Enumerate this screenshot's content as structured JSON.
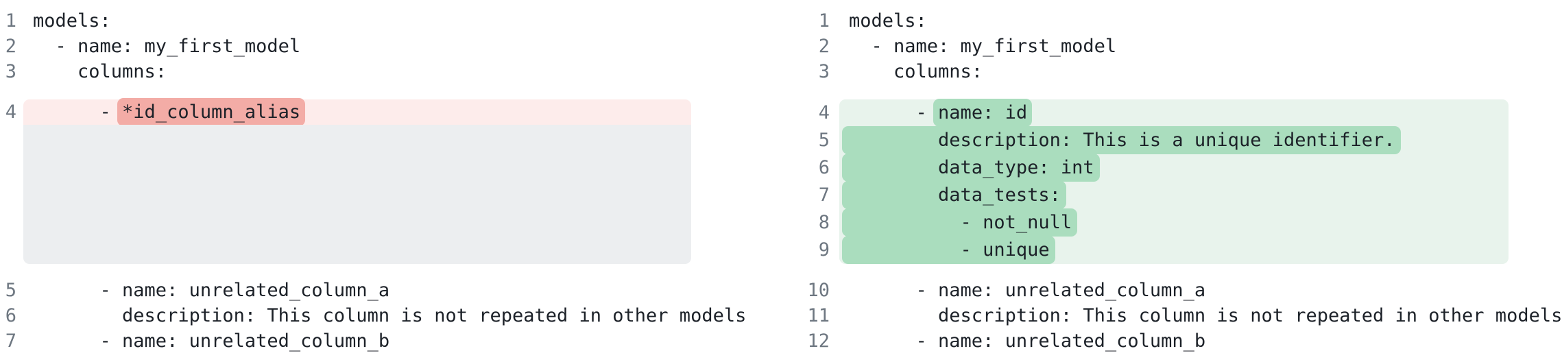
{
  "colors": {
    "background": "#ffffff",
    "code_text": "#1c2128",
    "line_number": "#6e7781",
    "removed_line_bg": "#fdeceb",
    "removed_token_bg": "#f3aca6",
    "collapsed_placeholder_bg": "#eceef0",
    "added_line_bg": "#e8f3ec",
    "added_token_bg": "#aaddbe"
  },
  "diff": {
    "left_pane": {
      "lines": [
        {
          "num": "1",
          "type": "context",
          "segments": [
            {
              "text": "models:"
            }
          ]
        },
        {
          "num": "2",
          "type": "context",
          "segments": [
            {
              "text": "  - name: my_first_model"
            }
          ]
        },
        {
          "num": "3",
          "type": "context",
          "segments": [
            {
              "text": "    columns:"
            }
          ]
        },
        {
          "num": "4",
          "type": "removed",
          "segments": [
            {
              "text": "      - "
            },
            {
              "text": "*id_column_alias",
              "mark": "token"
            }
          ]
        },
        {
          "type": "placeholder",
          "segments": []
        },
        {
          "num": "5",
          "type": "context",
          "segments": [
            {
              "text": "      - name: unrelated_column_a"
            }
          ]
        },
        {
          "num": "6",
          "type": "context",
          "segments": [
            {
              "text": "        description: This column is not repeated in other models"
            }
          ]
        },
        {
          "num": "7",
          "type": "context",
          "segments": [
            {
              "text": "      - name: unrelated_column_b"
            }
          ]
        }
      ]
    },
    "right_pane": {
      "lines": [
        {
          "num": "1",
          "type": "context",
          "segments": [
            {
              "text": "models:"
            }
          ]
        },
        {
          "num": "2",
          "type": "context",
          "segments": [
            {
              "text": "  - name: my_first_model"
            }
          ]
        },
        {
          "num": "3",
          "type": "context",
          "segments": [
            {
              "text": "    columns:"
            }
          ]
        },
        {
          "num": "4",
          "type": "added",
          "segments": [
            {
              "text": "      - "
            },
            {
              "text": "name: id",
              "mark": "token"
            }
          ]
        },
        {
          "num": "5",
          "type": "added",
          "segments": [
            {
              "text": "        description: This is a unique identifier.",
              "mark": "token-full"
            }
          ]
        },
        {
          "num": "6",
          "type": "added",
          "segments": [
            {
              "text": "        data_type: int",
              "mark": "token-full"
            }
          ]
        },
        {
          "num": "7",
          "type": "added",
          "segments": [
            {
              "text": "        data_tests:",
              "mark": "token-full"
            }
          ]
        },
        {
          "num": "8",
          "type": "added",
          "segments": [
            {
              "text": "          - not_null",
              "mark": "token-full"
            }
          ]
        },
        {
          "num": "9",
          "type": "added",
          "segments": [
            {
              "text": "          - unique",
              "mark": "token-full"
            }
          ]
        },
        {
          "num": "10",
          "type": "context",
          "segments": [
            {
              "text": "      - name: unrelated_column_a"
            }
          ]
        },
        {
          "num": "11",
          "type": "context",
          "segments": [
            {
              "text": "        description: This column is not repeated in other models"
            }
          ]
        },
        {
          "num": "12",
          "type": "context",
          "segments": [
            {
              "text": "      - name: unrelated_column_b"
            }
          ]
        }
      ]
    }
  }
}
